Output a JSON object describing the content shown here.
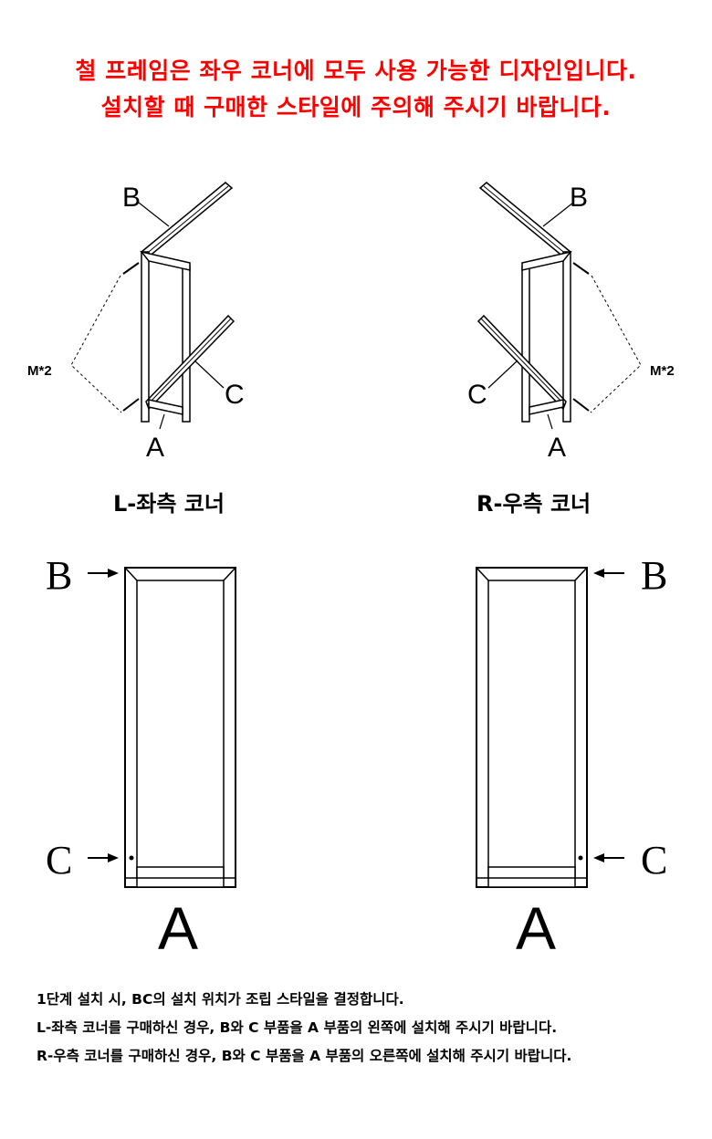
{
  "notice": {
    "line1": "철 프레임은 좌우 코너에 모두 사용 가능한 디자인입니다.",
    "line2": "설치할 때 구매한 스타일에 주의해 주시기 바랍니다.",
    "color": "#ff0000"
  },
  "diagrams": {
    "left": {
      "caption": "L-좌측 코너",
      "label_a": "A",
      "label_b": "B",
      "label_c": "C",
      "screw": "M*2"
    },
    "right": {
      "caption": "R-우측 코너",
      "label_a": "A",
      "label_b": "B",
      "label_c": "C",
      "screw": "M*2"
    }
  },
  "front_views": {
    "left": {
      "label_a": "A",
      "label_b": "B",
      "label_c": "C"
    },
    "right": {
      "label_a": "A",
      "label_b": "B",
      "label_c": "C"
    }
  },
  "notes": [
    "1단계 설치 시, BC의 설치 위치가 조립 스타일을 결정합니다.",
    "L-좌측 코너를 구매하신 경우,  B와 C 부품을 A 부품의 왼쪽에 설치해 주시기 바랍니다.",
    "R-우측 코너를 구매하신 경우,   B와 C 부품을 A 부품의 오른쪽에 설치해 주시기 바랍니다."
  ]
}
